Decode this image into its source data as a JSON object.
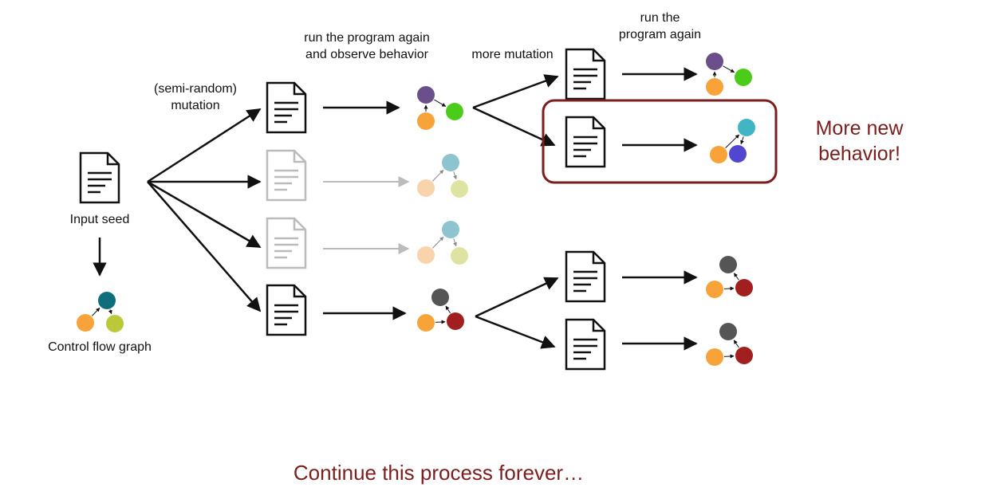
{
  "labels": {
    "input_seed": "Input seed",
    "cfg": "Control flow graph",
    "mutation": "(semi-random)\nmutation",
    "run_observe": "run the program again\nand observe behavior",
    "more_mutation": "more mutation",
    "run_again": "run the\nprogram again",
    "more_new": "More new\nbehavior!",
    "continue": "Continue this process forever…"
  },
  "colors": {
    "ink": "#111111",
    "faded": "#bbbbbb",
    "highlight": "#7b1e1e",
    "orange": "#f8a33a",
    "teal_dark": "#0f6e7c",
    "yellow_green": "#b9c93a",
    "purple": "#6b4f8a",
    "green": "#4ccc1a",
    "cyan": "#40b5c4",
    "blue": "#5046cf",
    "gray_node": "#555555",
    "dark_red": "#a11f1f",
    "faded_teal": "#8cc4cf",
    "faded_orange": "#f9d3ab",
    "faded_lime": "#dde4a1"
  }
}
